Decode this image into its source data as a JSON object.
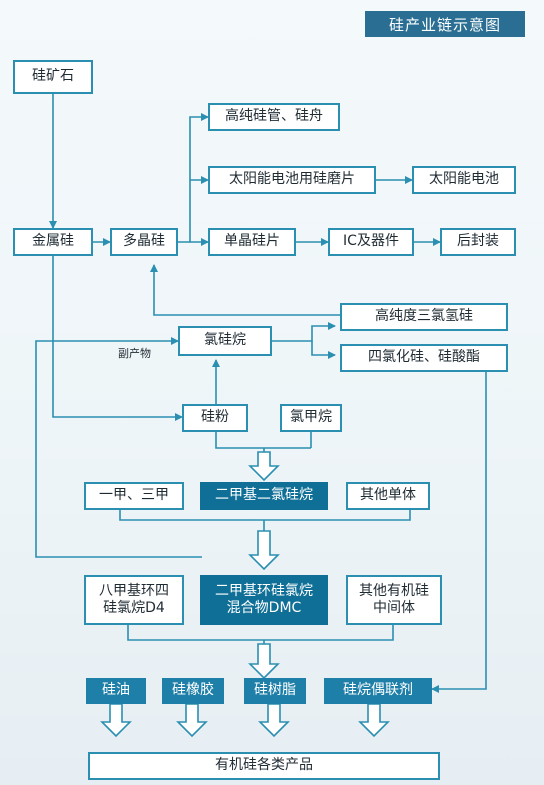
{
  "title": "硅产业链示意图",
  "side_label": "副产物",
  "colors": {
    "line": "#2a8fb0",
    "box_fill": "#0f6f96",
    "product_fill": "#1e7fa8"
  },
  "nodes": {
    "silicon_ore": "硅矿石",
    "metal_silicon": "金属硅",
    "polysilicon": "多晶硅",
    "high_purity_tube": "高纯硅管、硅舟",
    "solar_wafer": "太阳能电池用硅磨片",
    "solar_cell": "太阳能电池",
    "mono_wafer": "单晶硅片",
    "ic_devices": "IC及器件",
    "packaging": "后封装",
    "trichlorosilane": "高纯度三氯氢硅",
    "chlorosilane": "氯硅烷",
    "sicl4_silicate": "四氯化硅、硅酸酯",
    "silicon_powder": "硅粉",
    "methyl_chloride": "氯甲烷",
    "mono_tri_methyl": "一甲、三甲",
    "dmds": "二甲基二氯硅烷",
    "other_monomers": "其他单体",
    "d4": "八甲基环四\n硅氯烷D4",
    "dmc": "二甲基环硅氯烷\n混合物DMC",
    "other_intermediates": "其他有机硅\n中间体",
    "silicone_oil": "硅油",
    "silicone_rubber": "硅橡胶",
    "silicone_resin": "硅树脂",
    "coupling_agent": "硅烷偶联剂",
    "final_products": "有机硅各类产品"
  }
}
